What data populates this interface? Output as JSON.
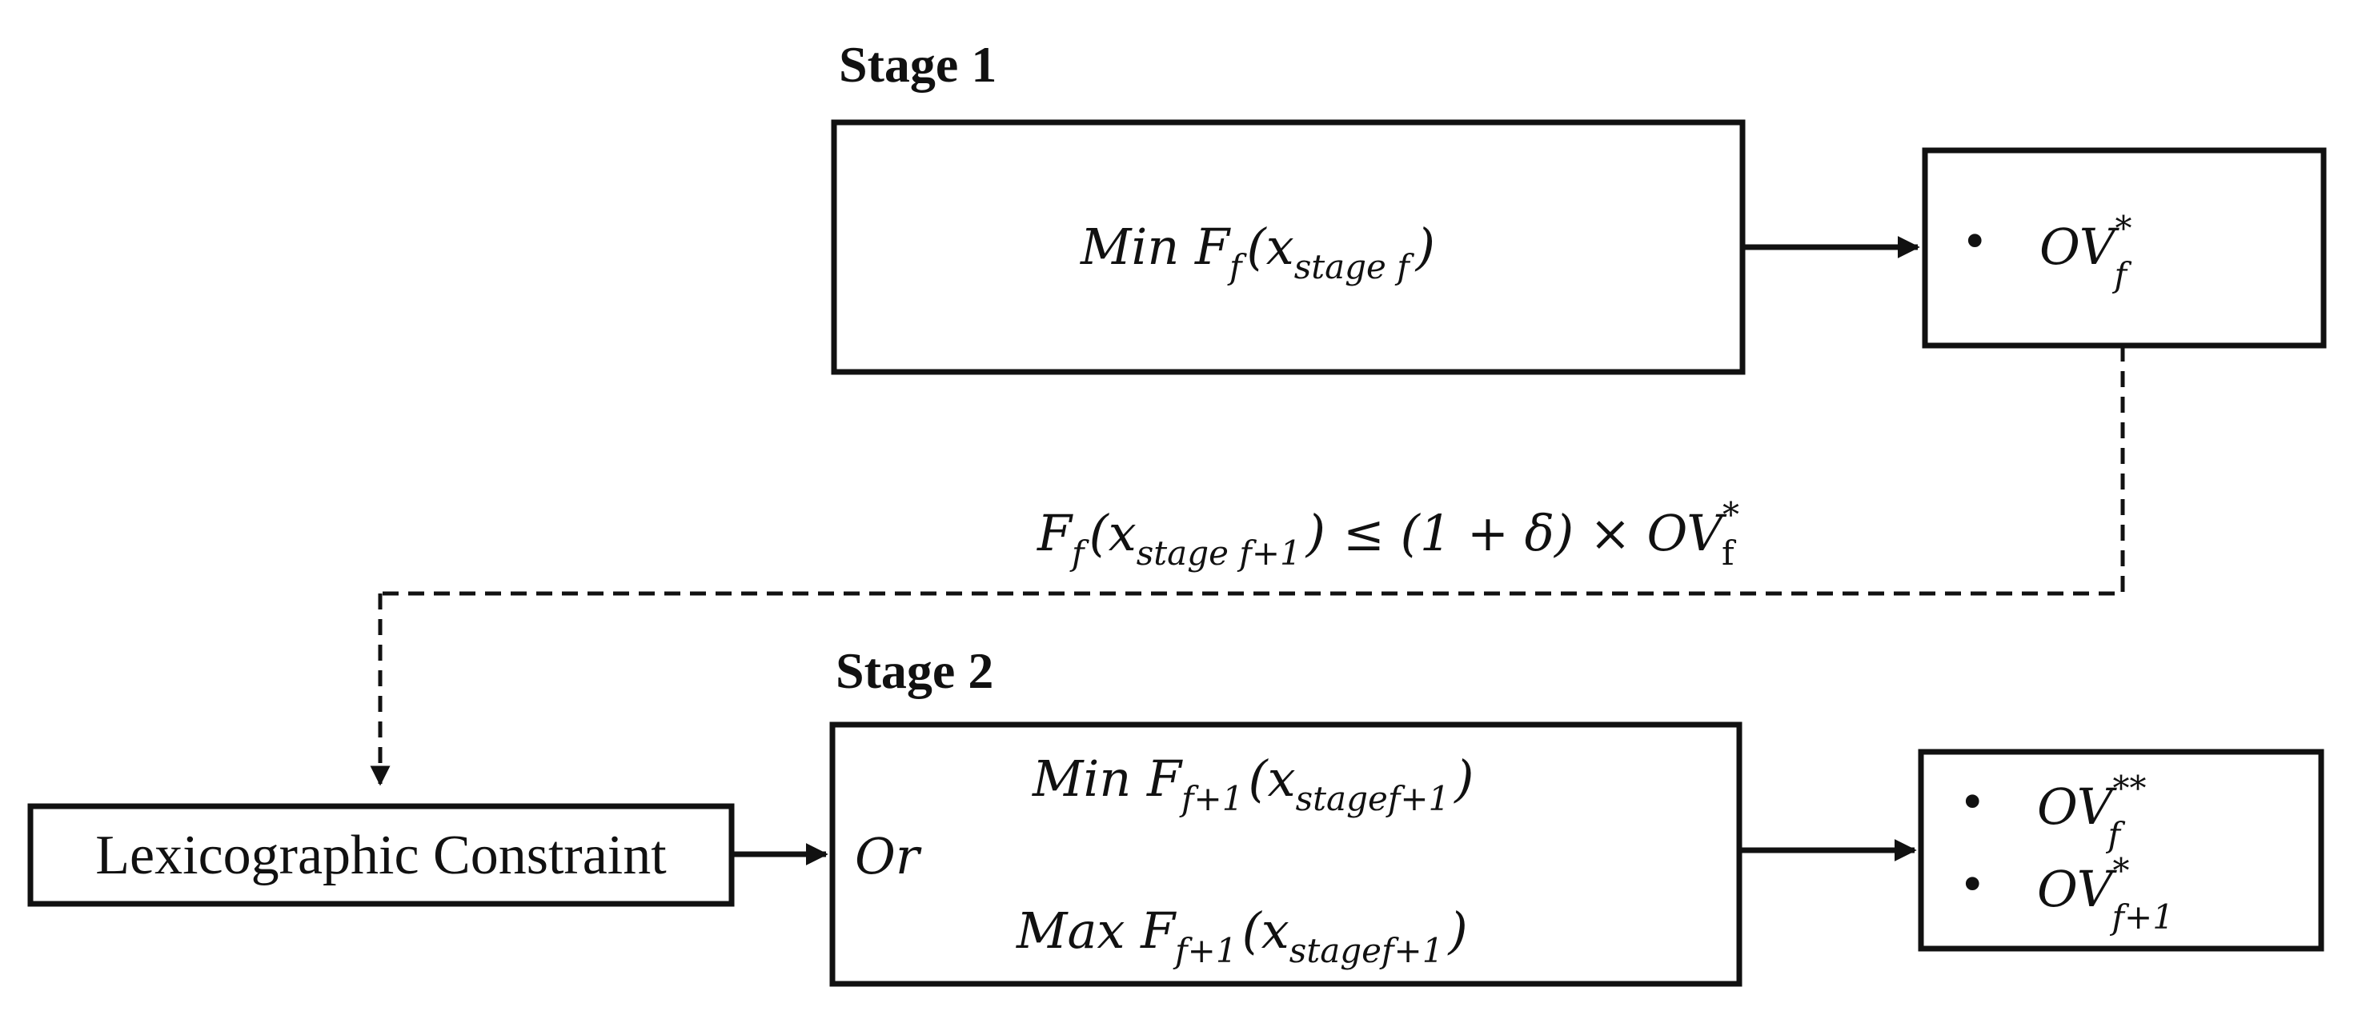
{
  "stage1": {
    "heading": "Stage 1",
    "objective": {
      "prefix": "Min F",
      "sub": "f",
      "open": "(x",
      "arg_sub": "stage f",
      "close": ")"
    },
    "output": {
      "bullet": "•",
      "base": "OV",
      "sub": "f",
      "sup": "*"
    }
  },
  "constraint_formula": {
    "f_base": "F",
    "f_sub": "f",
    "open": "(x",
    "arg_sub": "stage f+1",
    "close": ")",
    "rhs": "≤ (1 + δ) × OV",
    "rhs_sub": "f",
    "rhs_sup": "*"
  },
  "stage2": {
    "heading": "Stage 2",
    "input_box": "Lexicographic Constraint",
    "or_label": "Or",
    "min_objective": {
      "prefix": "Min F",
      "sub": "f+1",
      "open": "(x",
      "arg_sub": "stagef+1",
      "close": ")"
    },
    "max_objective": {
      "prefix": "Max F",
      "sub": "f+1",
      "open": "(x",
      "arg_sub": "stagef+1",
      "close": ")"
    },
    "outputs": [
      {
        "bullet": "•",
        "base": "OV",
        "sub": "f",
        "sup": "**"
      },
      {
        "bullet": "•",
        "base": "OV",
        "sub": "f+1",
        "sup": "*"
      }
    ]
  },
  "colors": {
    "line": "#111111",
    "background": "#ffffff"
  }
}
